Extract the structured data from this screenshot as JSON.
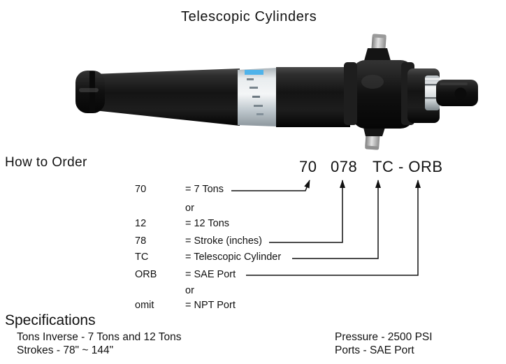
{
  "page": {
    "title": "Telescopic Cylinders"
  },
  "how_to_order": {
    "heading": "How to Order",
    "part_number": {
      "segments": [
        "70",
        "078",
        "TC - ORB"
      ]
    },
    "rows": [
      {
        "code": "70",
        "desc": "= 7 Tons"
      },
      {
        "code": "",
        "desc": "or"
      },
      {
        "code": "12",
        "desc": "= 12 Tons"
      },
      {
        "code": "78",
        "desc": "= Stroke (inches)"
      },
      {
        "code": "TC",
        "desc": "= Telescopic Cylinder"
      },
      {
        "code": "ORB",
        "desc": "= SAE Port"
      },
      {
        "code": "",
        "desc": "or"
      },
      {
        "code": "omit",
        "desc": "= NPT Port"
      }
    ]
  },
  "specifications": {
    "heading": "Specifications",
    "items_left": [
      "Tons Inverse - 7 Tons and 12 Tons",
      "Strokes - 78\" ~ 144\""
    ],
    "items_right": [
      "Pressure - 2500 PSI",
      "Ports - SAE Port"
    ]
  },
  "product_photo": {
    "description": "Black telescopic hydraulic cylinder with silver label band, trunnion cross pins and clevis rod end",
    "colors": {
      "body": "#1a1a1a",
      "label_band": "#d9dfe2",
      "label_band_accent": "#4fb3ea",
      "pins": "#c9c9c9",
      "line_color": "#111111"
    }
  }
}
